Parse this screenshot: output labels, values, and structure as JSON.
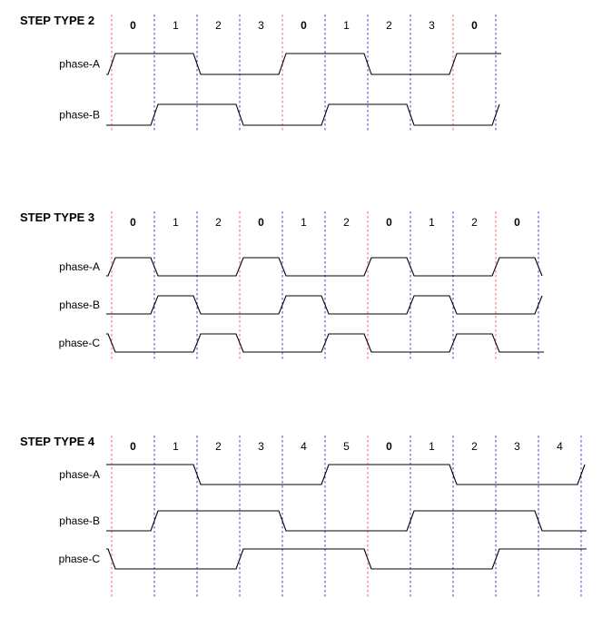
{
  "page": {
    "background": "#ffffff"
  },
  "colors": {
    "waveform": "#000000",
    "grid_cycle_start": "#ff5c5c",
    "grid_step": "#4040cc",
    "text": "#000000"
  },
  "diagrams": [
    {
      "title": "STEP TYPE 2",
      "steps": [
        "0",
        "1",
        "2",
        "3",
        "0",
        "1",
        "2",
        "3",
        "0"
      ],
      "cycle_start_indices": [
        0,
        4,
        8
      ],
      "phases": [
        {
          "label": "phase-A",
          "prev": 0,
          "bits": [
            1,
            1,
            0,
            0,
            1,
            1,
            0,
            0,
            1
          ],
          "next": 1
        },
        {
          "label": "phase-B",
          "prev": 0,
          "bits": [
            0,
            1,
            1,
            0,
            0,
            1,
            1,
            0,
            0
          ],
          "next": 1
        }
      ]
    },
    {
      "title": "STEP TYPE 3",
      "steps": [
        "0",
        "1",
        "2",
        "0",
        "1",
        "2",
        "0",
        "1",
        "2",
        "0"
      ],
      "cycle_start_indices": [
        0,
        3,
        6,
        9
      ],
      "phases": [
        {
          "label": "phase-A",
          "prev": 0,
          "bits": [
            1,
            0,
            0,
            1,
            0,
            0,
            1,
            0,
            0,
            1
          ],
          "next": 0
        },
        {
          "label": "phase-B",
          "prev": 0,
          "bits": [
            0,
            1,
            0,
            0,
            1,
            0,
            0,
            1,
            0,
            0
          ],
          "next": 1
        },
        {
          "label": "phase-C",
          "prev": 1,
          "bits": [
            0,
            0,
            1,
            0,
            0,
            1,
            0,
            0,
            1,
            0
          ],
          "next": 0
        }
      ]
    },
    {
      "title": "STEP TYPE 4",
      "steps": [
        "0",
        "1",
        "2",
        "3",
        "4",
        "5",
        "0",
        "1",
        "2",
        "3",
        "4"
      ],
      "cycle_start_indices": [
        0,
        6
      ],
      "phases": [
        {
          "label": "phase-A",
          "prev": 1,
          "bits": [
            1,
            1,
            0,
            0,
            0,
            1,
            1,
            1,
            0,
            0,
            0
          ],
          "next": 1
        },
        {
          "label": "phase-B",
          "prev": 0,
          "bits": [
            0,
            1,
            1,
            1,
            0,
            0,
            0,
            1,
            1,
            1,
            0
          ],
          "next": 0
        },
        {
          "label": "phase-C",
          "prev": 1,
          "bits": [
            0,
            0,
            0,
            1,
            1,
            1,
            0,
            0,
            0,
            1,
            1
          ],
          "next": 1
        }
      ]
    }
  ]
}
